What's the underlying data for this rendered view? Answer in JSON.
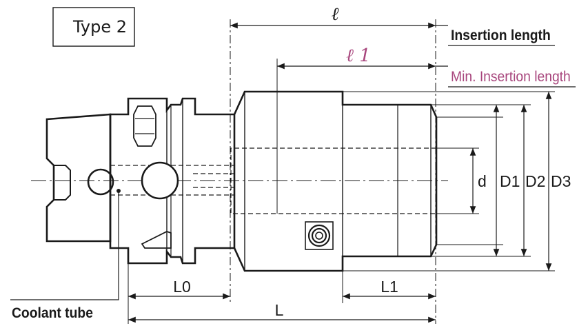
{
  "type_label": "Type 2",
  "labels": {
    "insertion_symbol": "ℓ",
    "insertion_text": "Insertion length",
    "min_insertion_symbol": "ℓ 1",
    "min_insertion_text": "Min. Insertion length",
    "d": "d",
    "D1": "D1",
    "D2": "D2",
    "D3": "D3",
    "L0": "L0",
    "L1": "L1",
    "L": "L",
    "coolant": "Coolant tube"
  },
  "colors": {
    "line": "#1a1a1a",
    "accent": "#a8467d",
    "background": "#ffffff"
  }
}
